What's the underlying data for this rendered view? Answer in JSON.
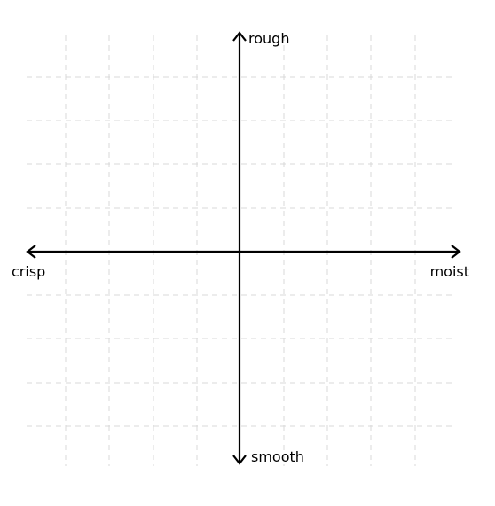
{
  "diagram": {
    "type": "quadrant",
    "labels": {
      "top": "rough",
      "bottom": "smooth",
      "left": "crisp",
      "right": "moist"
    },
    "grid": true,
    "colors": {
      "axis": "#000000",
      "grid": "#d8d8d8",
      "background": "#ffffff"
    }
  }
}
